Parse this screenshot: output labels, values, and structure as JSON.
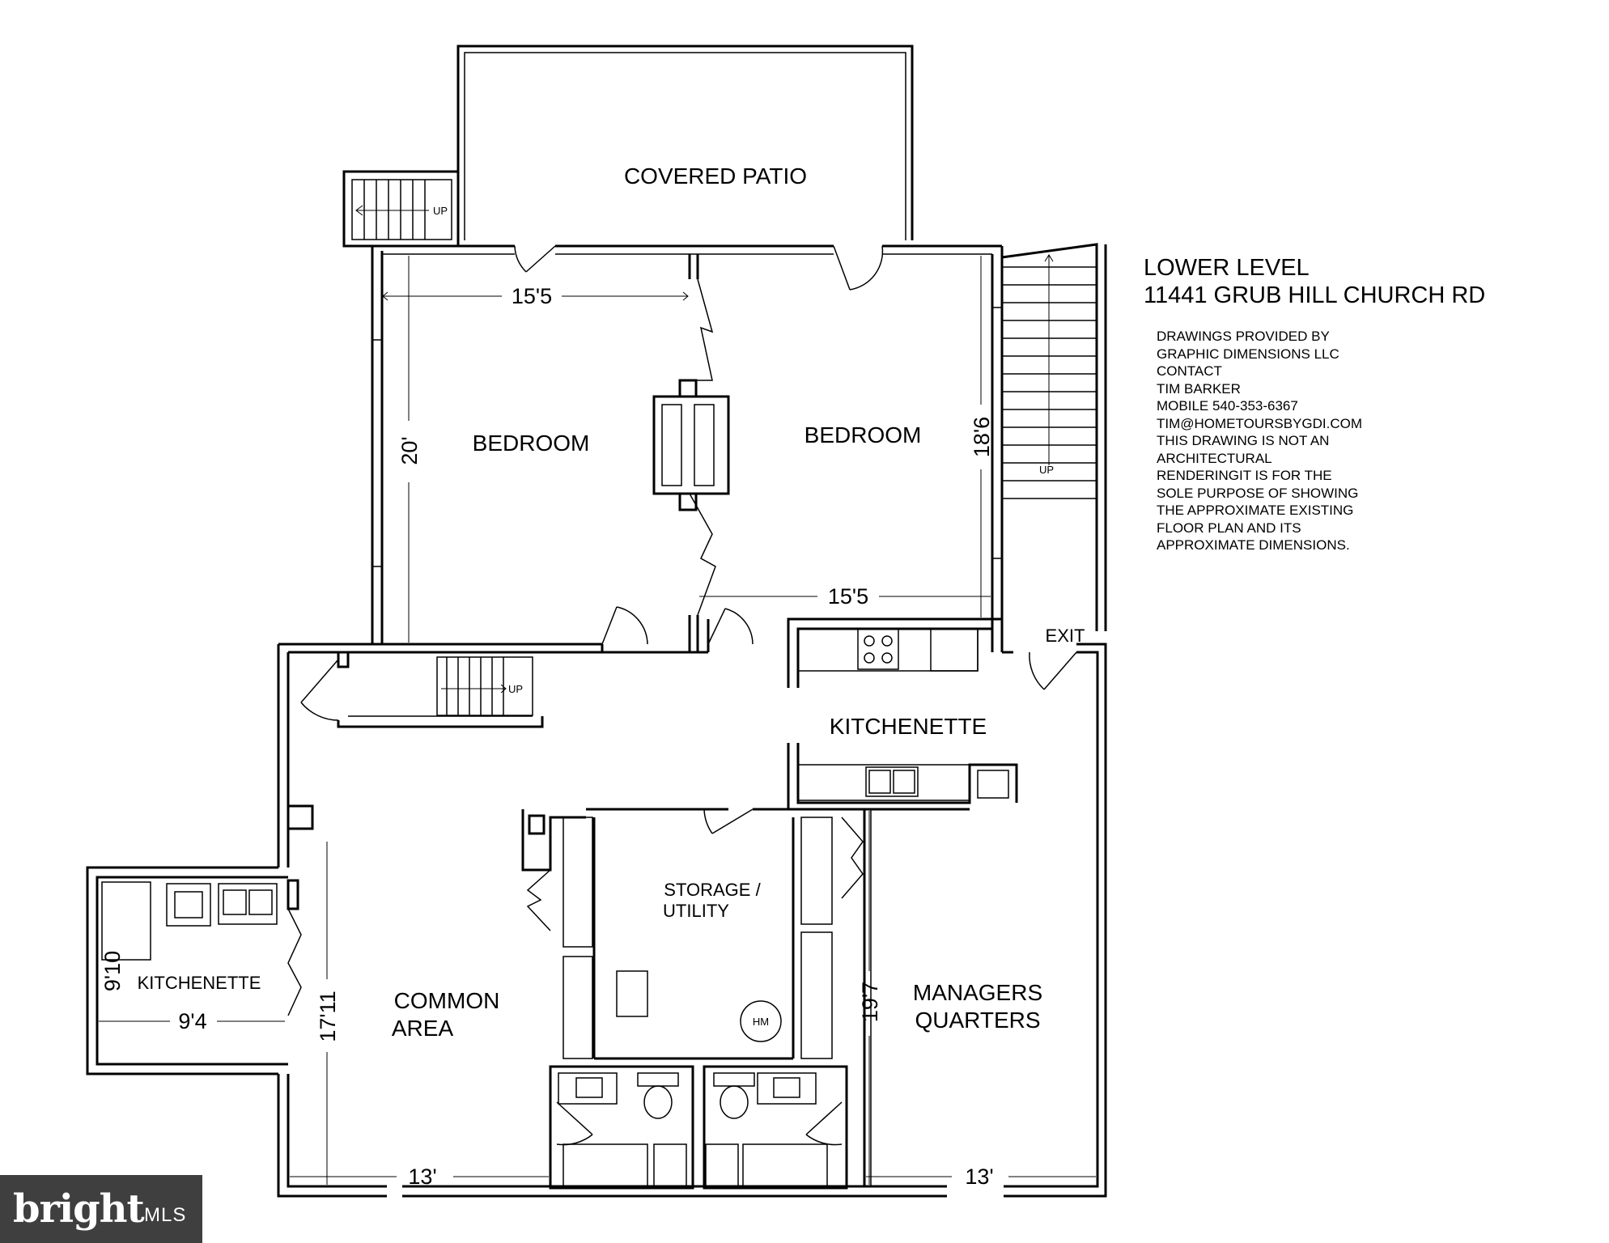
{
  "header": {
    "title_line1": "LOWER LEVEL",
    "title_line2": "11441 GRUB HILL CHURCH RD"
  },
  "notes": [
    "DRAWINGS PROVIDED BY",
    "GRAPHIC DIMENSIONS LLC",
    "CONTACT",
    "TIM BARKER",
    "MOBILE 540-353-6367",
    "TIM@HOMETOURSBYGDI.COM",
    "THIS DRAWING IS NOT AN",
    "ARCHITECTURAL",
    "RENDERINGIT IS FOR THE",
    "SOLE PURPOSE OF SHOWING",
    "THE APPROXIMATE EXISTING",
    "FLOOR PLAN AND ITS",
    "APPROXIMATE DIMENSIONS."
  ],
  "rooms": {
    "covered_patio": "COVERED PATIO",
    "bedroom_left": "BEDROOM",
    "bedroom_right": "BEDROOM",
    "kitchenette_main": "KITCHENETTE",
    "storage_line1": "STORAGE /",
    "storage_line2": "UTILITY",
    "common_line1": "COMMON",
    "common_line2": "AREA",
    "managers_line1": "MANAGERS",
    "managers_line2": "QUARTERS",
    "kitchenette_small": "KITCHENETTE",
    "exit": "EXIT"
  },
  "dimensions": {
    "bedroom_left_width": "15'5",
    "bedroom_left_depth": "20'",
    "bedroom_right_width": "15'5",
    "bedroom_right_depth": "18'6",
    "common_width": "13'",
    "common_depth": "17'11",
    "managers_width": "13'",
    "managers_depth": "19'7",
    "kitchenette_width": "9'4",
    "kitchenette_depth": "9'10"
  },
  "stairs": {
    "up_label": "UP"
  },
  "fixtures": {
    "water_heater_label": "HM"
  },
  "logo": {
    "word": "bright",
    "suffix": "MLS"
  }
}
